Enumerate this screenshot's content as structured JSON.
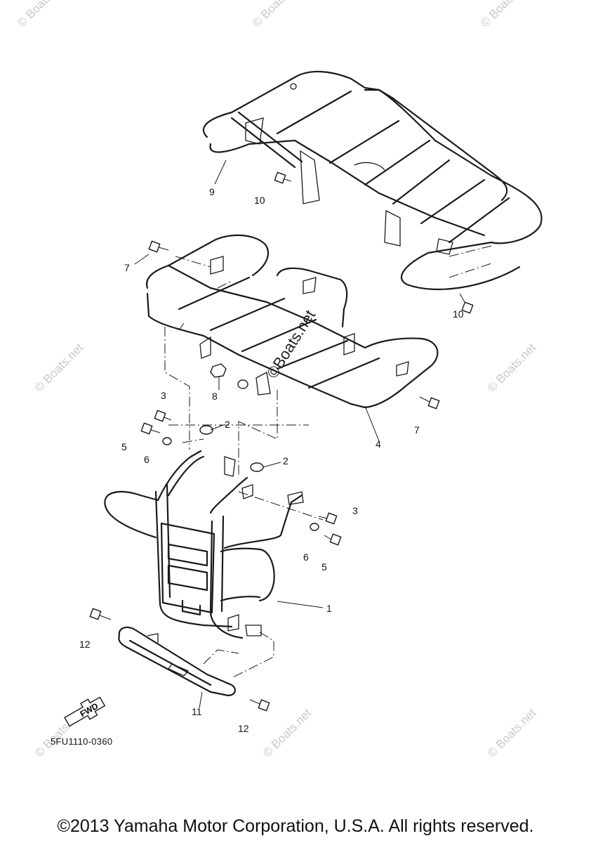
{
  "diagram": {
    "callouts": {
      "c1": "1",
      "c2a": "2",
      "c2b": "2",
      "c3a": "3",
      "c3b": "3",
      "c4": "4",
      "c5a": "5",
      "c5b": "5",
      "c6a": "6",
      "c6b": "6",
      "c7a": "7",
      "c7b": "7",
      "c8": "8",
      "c9": "9",
      "c10a": "10",
      "c10b": "10",
      "c11": "11",
      "c12a": "12",
      "c12b": "12"
    },
    "fwd_label": "FWD",
    "diagram_code": "5FU1110-0360",
    "watermark": "© Boats.net",
    "watermark_center": "©Boats.net"
  },
  "footer": {
    "copyright": "©2013 Yamaha Motor Corporation, U.S.A. All rights reserved."
  }
}
